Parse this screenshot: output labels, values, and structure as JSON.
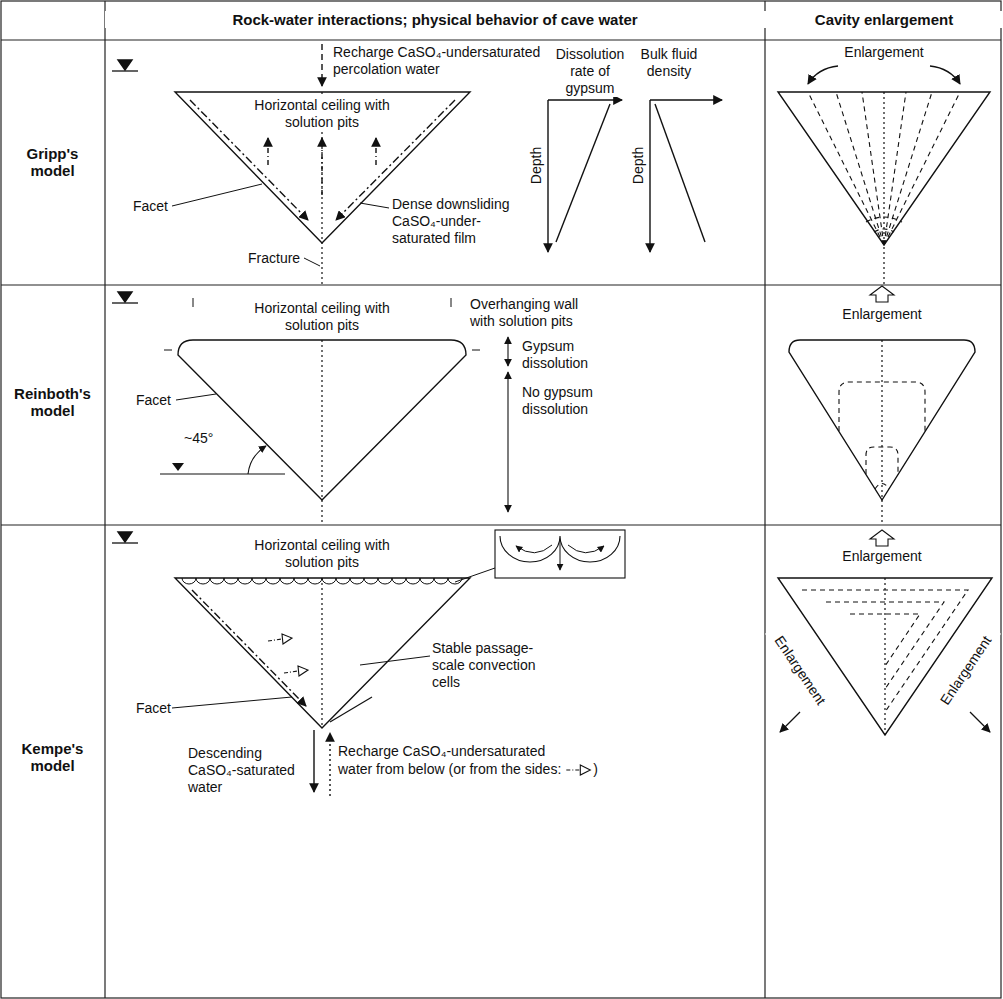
{
  "diagram": {
    "labels": [
      "Rock-water interactions; physical behavior of cave water",
      "Cavity enlargement",
      "Gripp's model",
      "Reinboth's model",
      "Kempe's model",
      "Recharge CaSO₄-undersaturated percolation water",
      "Horizontal ceiling with solution pits",
      "Dissolution rate of gypsum",
      "Bulk fluid density",
      "Depth",
      "Depth",
      "Facet",
      "Dense downsliding CaSO₄-under-saturated film",
      "Fracture",
      "Enlargement",
      "Horizontal ceiling with solution pits",
      "Overhanging wall with solution pits",
      "Gypsum dissolution",
      "No gypsum dissolution",
      "Facet",
      "~45°",
      "Enlargement",
      "Horizontal ceiling with solution pits",
      "Stable passage-scale convection cells",
      "Facet",
      "Descending CaSO₄-saturated water",
      "Recharge CaSO₄-undersaturated",
      "water from below (or from the sides:",
      ")",
      "Enlargement",
      "Enlargement",
      "Enlargement"
    ]
  }
}
